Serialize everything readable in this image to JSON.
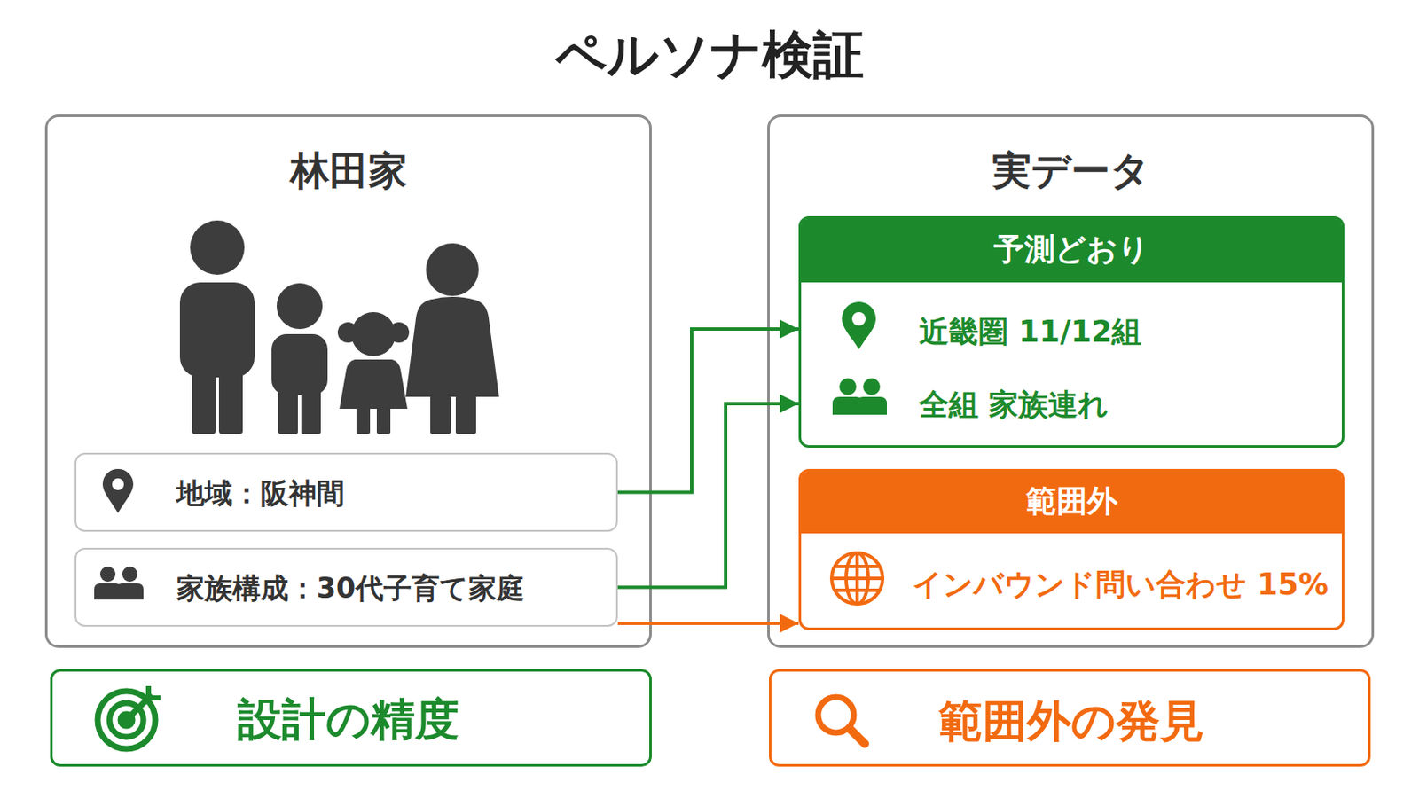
{
  "diagram": {
    "title": "ペルソナ検証",
    "nodes": [
      {
        "text": [
          "林田家"
        ]
      },
      {
        "text": [
          "地域：阪神間"
        ],
        "in": 0
      },
      {
        "text": [
          "家族構成：30代子育て家庭"
        ],
        "in": 0
      },
      {
        "text": [
          "実データ"
        ]
      },
      {
        "text": [
          "予測どおり",
          "近畿圏 11/12組",
          "全組 家族連れ"
        ],
        "in": 3
      },
      {
        "text": [
          "範囲外",
          "インバウンド問い合わせ 15%"
        ],
        "in": 3
      },
      {
        "text": [
          "設計の精度"
        ]
      },
      {
        "text": [
          "範囲外の発見"
        ]
      }
    ],
    "edges": [
      {
        "from": 1,
        "to": 4,
        "arrow": "to"
      },
      {
        "from": 2,
        "to": 4,
        "arrow": "to"
      },
      {
        "from": 2,
        "to": 5,
        "arrow": "to"
      }
    ]
  }
}
